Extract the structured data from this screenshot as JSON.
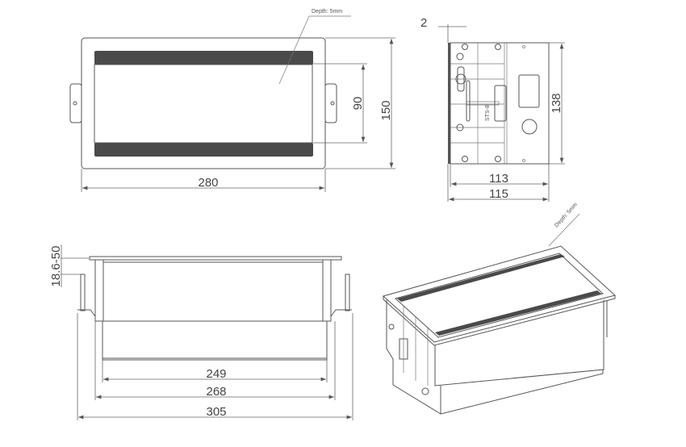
{
  "top_view": {
    "depth_note": "Depth: 5mm",
    "dim_width": "280",
    "dim_height": "150",
    "dim_opening": "90"
  },
  "side_view": {
    "dim_flange": "2",
    "dim_height": "138",
    "dim_body": "113",
    "dim_overall": "115"
  },
  "front_view": {
    "dim_table_thickness": "18.6-50",
    "dim_inner": "249",
    "dim_body": "268",
    "dim_overall": "305"
  },
  "iso_view": {
    "depth_note": "Depth: 5mm"
  }
}
